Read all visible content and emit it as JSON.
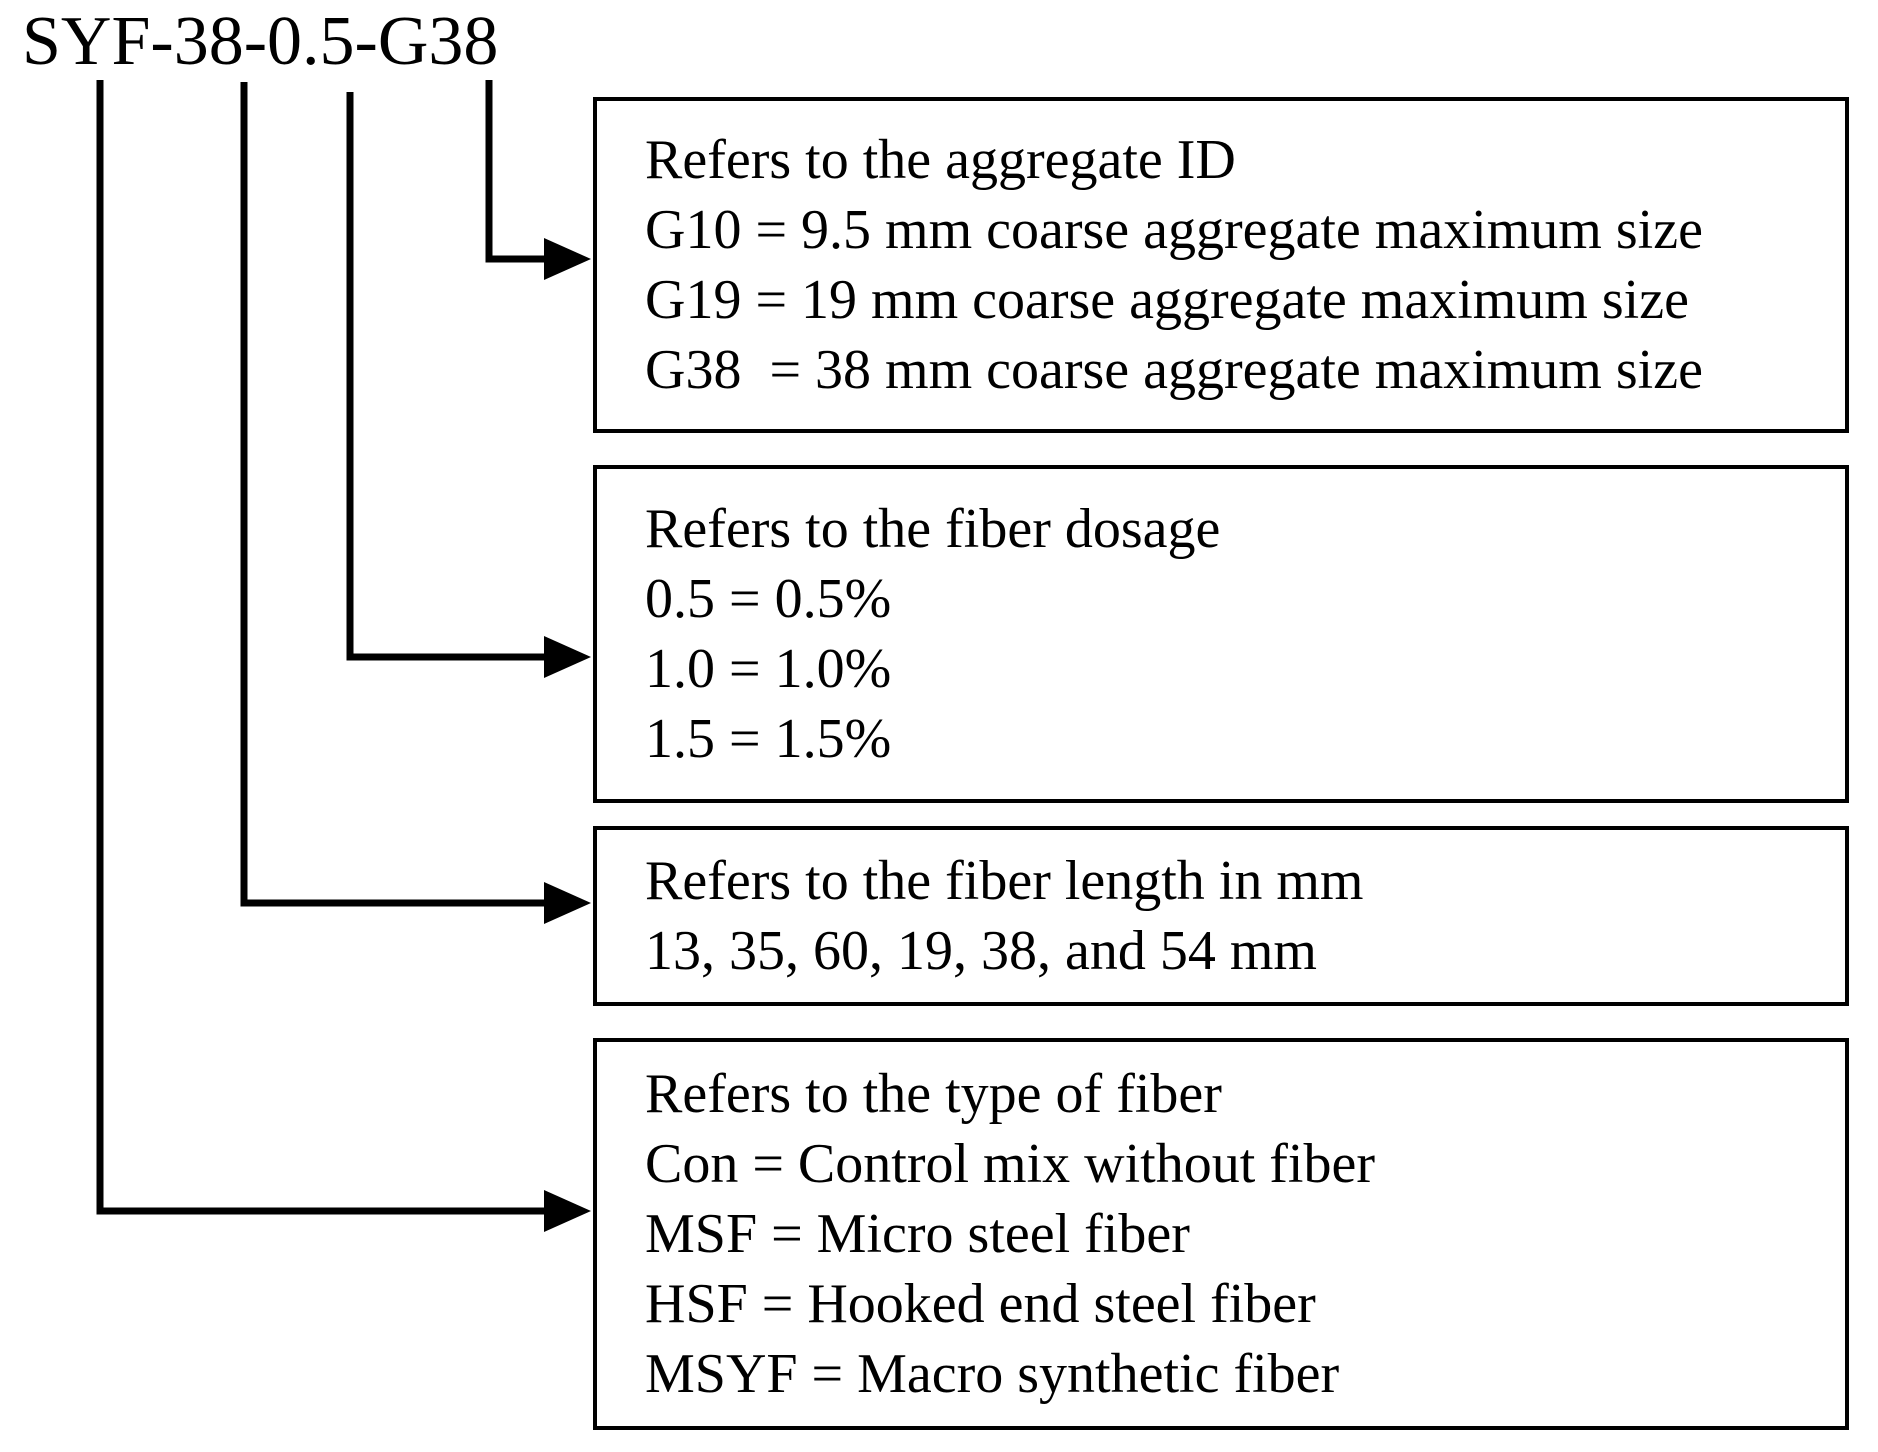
{
  "diagram": {
    "code_label": "SYF-38-0.5-G38",
    "colors": {
      "background": "#ffffff",
      "line": "#000000",
      "text": "#000000"
    },
    "boxes": [
      {
        "id": "aggregate-id",
        "lines": [
          "Refers to the aggregate ID",
          "G10 = 9.5 mm coarse aggregate maximum size",
          "G19 = 19 mm coarse aggregate maximum size",
          "G38  = 38 mm coarse aggregate maximum size"
        ]
      },
      {
        "id": "fiber-dosage",
        "lines": [
          "Refers to the fiber dosage",
          "0.5 = 0.5%",
          "1.0 = 1.0%",
          "1.5 = 1.5%"
        ]
      },
      {
        "id": "fiber-length",
        "lines": [
          "Refers to the fiber length in mm",
          "13, 35, 60, 19, 38, and 54 mm"
        ]
      },
      {
        "id": "fiber-type",
        "lines": [
          "Refers to the type of fiber",
          "Con = Control mix without fiber",
          "MSF = Micro steel fiber",
          "HSF = Hooked end steel fiber",
          "MSYF = Macro synthetic fiber"
        ]
      }
    ]
  }
}
